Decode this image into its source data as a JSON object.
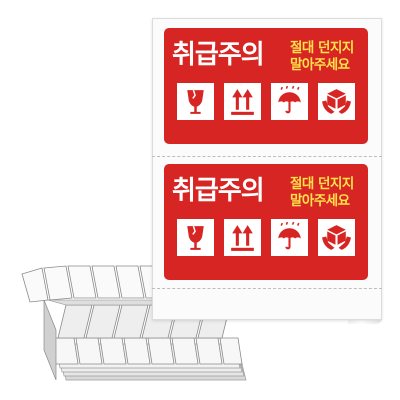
{
  "sticker": {
    "title": "취급주의",
    "subtitle_line1": "절대 던지지",
    "subtitle_line2": "말아주세요",
    "icons": [
      "fragile-glass-icon",
      "this-way-up-icon",
      "keep-dry-umbrella-icon",
      "handle-with-care-icon"
    ],
    "count": 2
  },
  "colors": {
    "sticker_red": "#d72523",
    "subtitle_yellow": "#ffe14a",
    "icon_background": "#ffffff",
    "sheet": "#fbfbfb"
  }
}
